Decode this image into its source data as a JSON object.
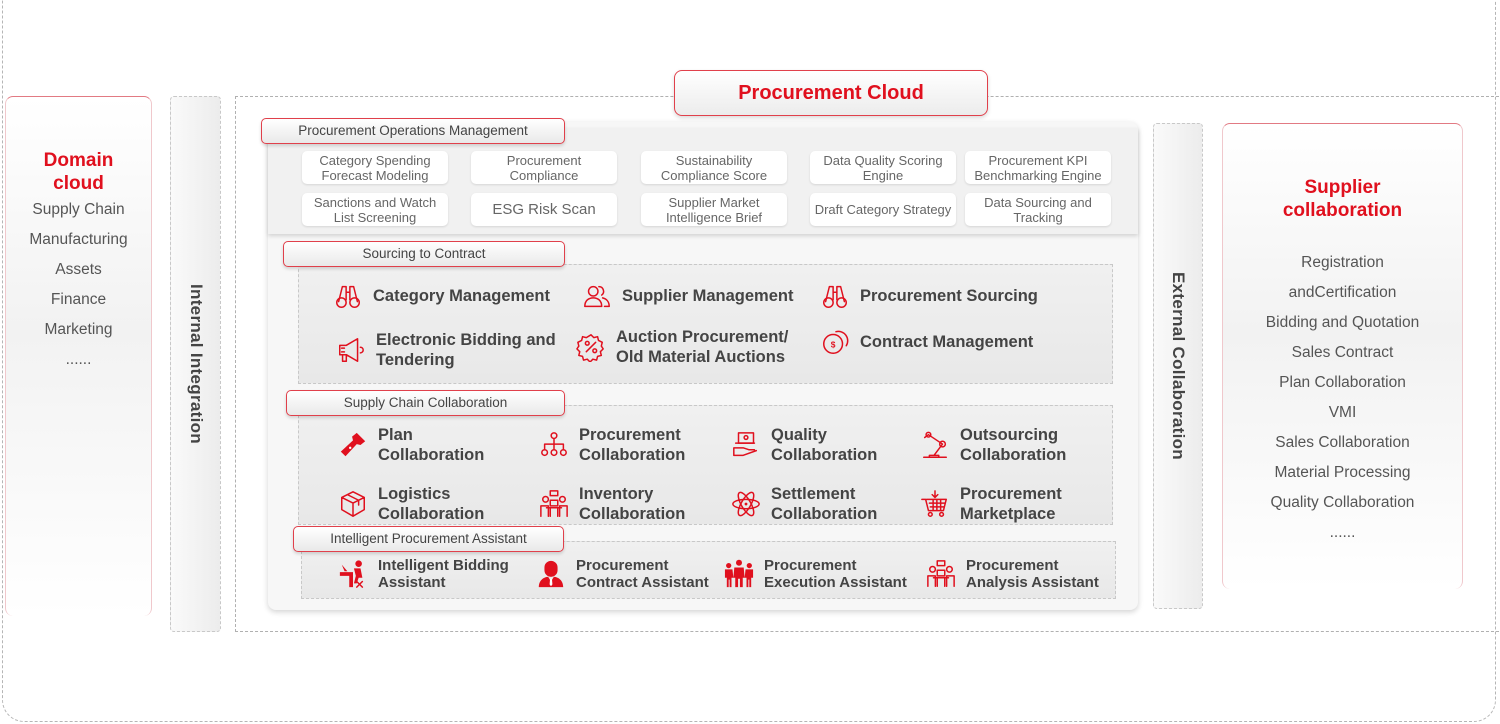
{
  "domain_cloud": {
    "title": "Domain cloud",
    "items": [
      "Supply Chain",
      "Manufacturing",
      "Assets",
      "Finance",
      "Marketing",
      "......"
    ]
  },
  "internal_integration": {
    "label": "Internal Integration"
  },
  "external_collaboration": {
    "label": "External Collaboration"
  },
  "procurement_cloud": {
    "title": "Procurement Cloud"
  },
  "operations": {
    "label": "Procurement Operations Management",
    "tiles": [
      "Category Spending Forecast Modeling",
      "Procurement Compliance",
      "Sustainability Compliance Score",
      "Data Quality Scoring Engine",
      "Procurement KPI Benchmarking Engine",
      "Sanctions and Watch List Screening",
      "ESG Risk Scan",
      "Supplier Market Intelligence Brief",
      "Draft Category Strategy",
      "Data Sourcing and Tracking"
    ]
  },
  "sourcing": {
    "label": "Sourcing to Contract",
    "items": [
      {
        "label": "Category Management",
        "icon": "binoculars-icon"
      },
      {
        "label": "Supplier Management",
        "icon": "users-icon"
      },
      {
        "label": "Procurement Sourcing",
        "icon": "binoculars-icon"
      },
      {
        "label": "Electronic Bidding and Tendering",
        "icon": "megaphone-icon"
      },
      {
        "label": "Auction Procurement/ Old Material Auctions",
        "icon": "percent-badge-icon"
      },
      {
        "label": "Contract Management",
        "icon": "coins-icon"
      }
    ]
  },
  "supply_chain": {
    "label": "Supply Chain Collaboration",
    "items": [
      {
        "label": "Plan Collaboration",
        "icon": "flashlight-icon"
      },
      {
        "label": "Procurement Collaboration",
        "icon": "org-chart-icon"
      },
      {
        "label": "Quality Collaboration",
        "icon": "hand-monitor-icon"
      },
      {
        "label": "Outsourcing Collaboration",
        "icon": "robot-arm-icon"
      },
      {
        "label": "Logistics Collaboration",
        "icon": "box-icon"
      },
      {
        "label": "Inventory Collaboration",
        "icon": "meeting-icon"
      },
      {
        "label": "Settlement Collaboration",
        "icon": "atom-icon"
      },
      {
        "label": "Procurement Marketplace",
        "icon": "cart-icon"
      }
    ]
  },
  "assistant": {
    "label": "Intelligent  Procurement Assistant",
    "items": [
      {
        "label": "Intelligent Bidding Assistant",
        "icon": "desk-worker-icon"
      },
      {
        "label": "Procurement Contract Assistant",
        "icon": "person-icon"
      },
      {
        "label": "Procurement Execution Assistant",
        "icon": "team-icon"
      },
      {
        "label": "Procurement Analysis Assistant",
        "icon": "meeting-icon"
      }
    ]
  },
  "supplier_collaboration": {
    "title": "Supplier collaboration",
    "items": [
      "Registration",
      "andCertification",
      "Bidding and Quotation",
      "Sales Contract",
      "Plan Collaboration",
      "VMI",
      "Sales Collaboration",
      "Material Processing",
      "Quality Collaboration",
      "......"
    ]
  },
  "colors": {
    "accent": "#e0101e",
    "text": "#444444"
  }
}
